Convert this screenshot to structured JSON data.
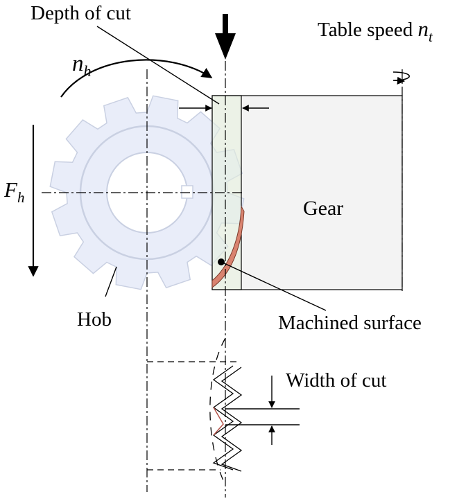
{
  "labels": {
    "depth_of_cut": "Depth of cut",
    "table_speed": "Table speed",
    "table_speed_symbol": "n",
    "table_speed_sub": "t",
    "hob_speed_symbol": "n",
    "hob_speed_sub": "h",
    "feed_symbol": "F",
    "feed_sub": "h",
    "gear": "Gear",
    "hob": "Hob",
    "machined_surface": "Machined surface",
    "width_of_cut": "Width of cut"
  },
  "colors": {
    "hob_face": "#e9edf9",
    "hob_edge": "#c9d0e2",
    "gear_fill": "#f3f3f3",
    "contact_zone": "#e6f0dc",
    "machined_surface": "#d9836f",
    "line": "#000000"
  }
}
